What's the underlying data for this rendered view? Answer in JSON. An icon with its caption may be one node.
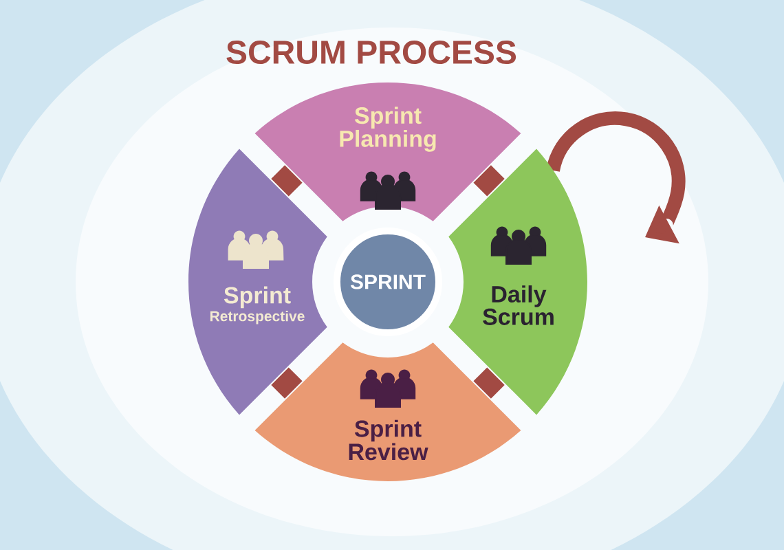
{
  "diagram": {
    "title": "SCRUM PROCESS",
    "nodes": [
      {
        "text": [
          "Sprint Planning"
        ]
      },
      {
        "text": [
          "Daily Scrum"
        ]
      },
      {
        "text": [
          "Sprint Review"
        ]
      },
      {
        "text": [
          "Sprint",
          "Retrospective"
        ]
      },
      {
        "text": [
          "SPRINT"
        ]
      }
    ]
  }
}
